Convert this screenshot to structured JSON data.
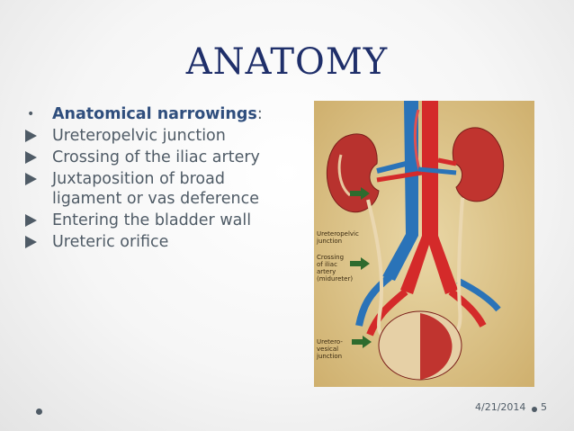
{
  "slide": {
    "title": "ANATOMY",
    "heading": "Anatomical narrowings",
    "heading_colon": ":",
    "items": [
      "Ureteropelvic junction",
      "Crossing of the iliac artery",
      "Juxtaposition of broad ligament or vas deference",
      "Entering the bladder wall",
      "Ureteric orifice"
    ],
    "date": "4/21/2014",
    "page_number": "5"
  },
  "figure": {
    "labels": {
      "ureteropelvic_1": "Ureteropelvic",
      "ureteropelvic_2": "junction",
      "crossing_1": "Crossing",
      "crossing_2": "of iliac",
      "crossing_3": "artery",
      "crossing_4": "(midureter)",
      "vesical_1": "Uretero-",
      "vesical_2": "vesical",
      "vesical_3": "junction"
    }
  },
  "colors": {
    "title": "#1f2f6a",
    "bullet_text": "#4f5b66",
    "heading": "#2f4e7d",
    "artery": "#d42a2a",
    "vein": "#2a73b8"
  }
}
